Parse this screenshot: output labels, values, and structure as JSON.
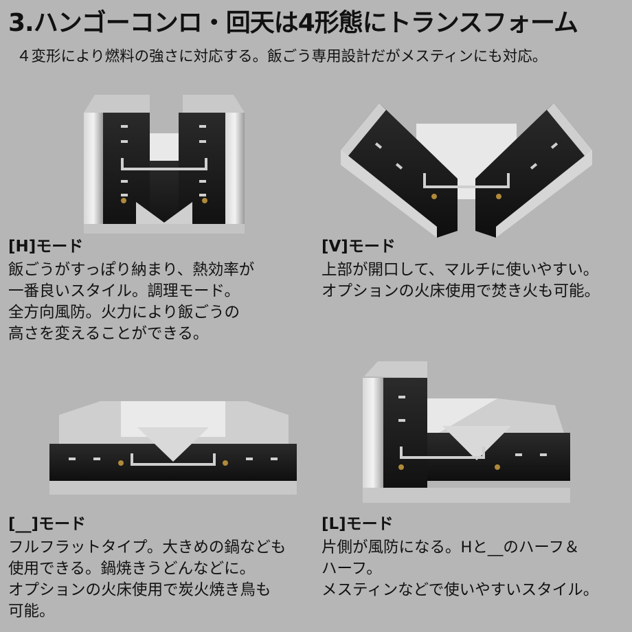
{
  "header": {
    "title": "3.ハンゴーコンロ・回天は4形態にトランスフォーム",
    "subtitle": "４変形により燃料の強さに対応する。飯ごう専用設計だがメスティンにも対応。"
  },
  "modes": [
    {
      "title": "[H]モード",
      "lines": [
        "飯ごうがすっぽり納まり、熱効率が",
        "一番良いスタイル。調理モード。",
        "全方向風防。火力により飯ごうの",
        "高さを変えることができる。"
      ]
    },
    {
      "title": "[V]モード",
      "lines": [
        "上部が開口して、マルチに使いやすい。",
        "オプションの火床使用で焚き火も可能。"
      ]
    },
    {
      "title": "[__]モード",
      "lines": [
        "フルフラットタイプ。大きめの鍋なども",
        "使用できる。鍋焼きうどんなどに。",
        "オプションの火床使用で炭火焼き鳥も",
        "可能。"
      ]
    },
    {
      "title": "[L]モード",
      "lines": [
        "片側が風防になる。Hと__のハーフ＆",
        "ハーフ。",
        "メスティンなどで使いやすいスタイル。"
      ]
    }
  ]
}
